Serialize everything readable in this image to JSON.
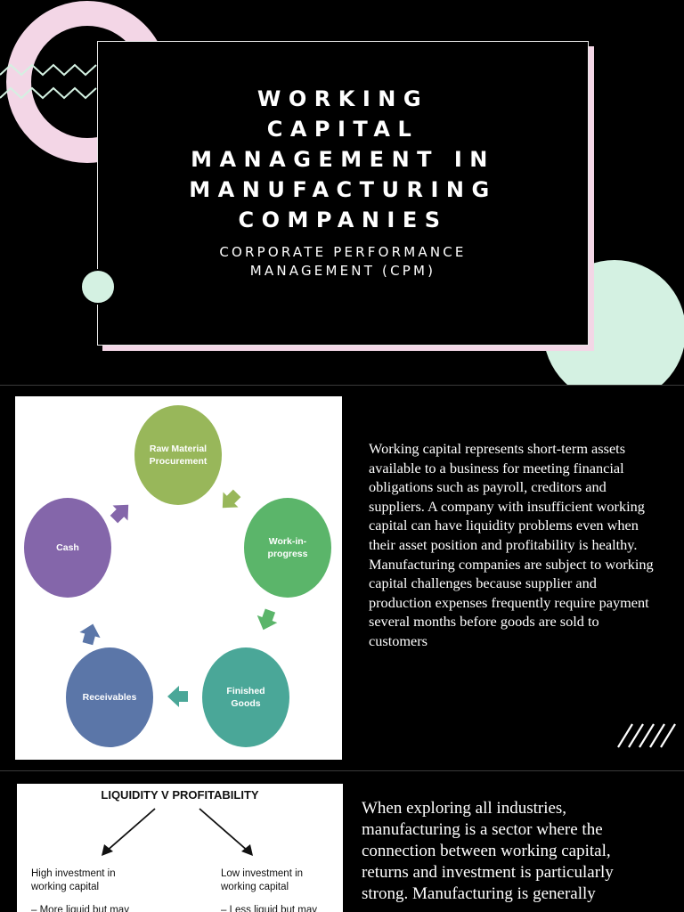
{
  "slide1": {
    "title_lines": [
      "WORKING",
      "CAPITAL",
      "MANAGEMENT IN",
      "MANUFACTURING",
      "COMPANIES"
    ],
    "subtitle_lines": [
      "CORPORATE PERFORMANCE",
      "MANAGEMENT (CPM)"
    ],
    "colors": {
      "pink": "#f3d6e6",
      "mint": "#d4f1e2"
    }
  },
  "slide2": {
    "diagram": {
      "nodes": [
        {
          "label": "Raw Material Procurement",
          "color": "#98b75a"
        },
        {
          "label": "Work-in-progress",
          "color": "#5bb56a"
        },
        {
          "label": "Finished Goods",
          "color": "#4aa798"
        },
        {
          "label": "Receivables",
          "color": "#5b76a8"
        },
        {
          "label": "Cash",
          "color": "#8466aa"
        }
      ]
    },
    "paragraph": "Working capital represents short-term assets available to a business for meeting financial obligations such as payroll, creditors and suppliers. A company with insufficient working capital can have liquidity problems even when their asset position and profitability is healthy. Manufacturing companies are subject to working capital challenges because supplier and production expenses frequently require payment several months before goods are sold to customers"
  },
  "slide3": {
    "image_title": "LIQUIDITY V PROFITABILITY",
    "left_heading": "High investment in working capital",
    "right_heading": "Low investment in working capital",
    "left_note": "– More liquid but may",
    "right_note": "– Less liquid but may",
    "paragraph": "When exploring all industries, manufacturing is a sector where the connection between working capital, returns and investment is particularly strong. Manufacturing is generally"
  }
}
